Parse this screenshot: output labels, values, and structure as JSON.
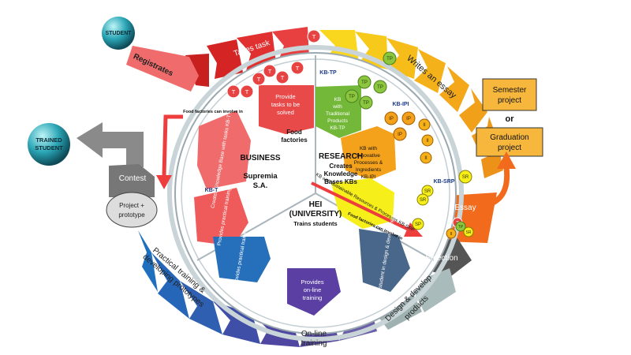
{
  "student": "STUDENT",
  "trained_student": "TRAINED STUDENT",
  "registrates": "Registrates",
  "takes_task": "Takes task",
  "writes_essay": "Writes an essay",
  "business": {
    "title": "BUSINESS",
    "company": "Suprema S.A.",
    "food": "Food factories",
    "provide_tasks": "Provide tasks to be solved",
    "creates_kb": "Creates Knowledge Base with tasks KB-T",
    "kbt": "KB-T",
    "provides_practical": "Provides practical training"
  },
  "research": {
    "title": "RESEARCH",
    "sub": "Creates Knowledge Bases KBs",
    "kbtp_label": "KB-TP",
    "kbtp": "KB with Traditional Products KB-TP",
    "kbipi_label": "KB-IPI",
    "kbipi": "KB with Innovative Processes & Ingredients KB-IPI",
    "kbsrp_label": "KB-SRP",
    "kbsrp": "KB with Sustainable Resources & Processes KB-SRP"
  },
  "hei": {
    "title": "HEI (UNIVERSITY)",
    "sub": "Trains students",
    "practical": "Provides practical training",
    "online": "Provides on-line training",
    "assists": "Assists student in design & development"
  },
  "badges": {
    "T": "T",
    "TP": "TP",
    "IP": "IP",
    "II": "II",
    "SR": "SR",
    "SP": "SP"
  },
  "food_involve": "Food factories can involve in",
  "contest": "Contest",
  "project_proto": "Project + prototype",
  "semester": "Semester project",
  "or": "or",
  "graduation": "Graduation project",
  "essay": "Essay",
  "selection": "Selection",
  "design_dev": "Design & develop products",
  "online_training": "On-line training",
  "practical_dev": "Practical training & developing prototypes",
  "colors": {
    "red": "#e52e2e",
    "yellow": "#f7c31a",
    "orange": "#f3a21a",
    "green": "#6bb533",
    "blue": "#1f6fbf",
    "purple": "#5b3fa3",
    "slate": "#4a6b8a",
    "gray": "#8a8a8a"
  }
}
